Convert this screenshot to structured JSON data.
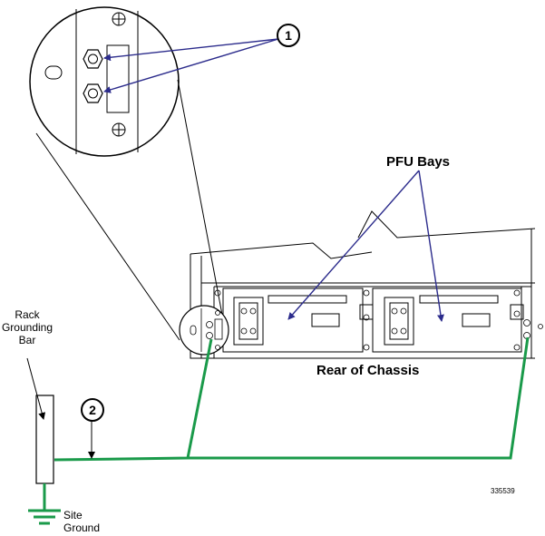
{
  "labels": {
    "pfu_bays": "PFU Bays",
    "rear_of_chassis": "Rear of Chassis",
    "rack_grounding_bar": [
      "Rack",
      "Grounding",
      "Bar"
    ],
    "site_ground": [
      "Site",
      "Ground"
    ],
    "figure_id": "335539"
  },
  "callouts": [
    "1",
    "2"
  ],
  "colors": {
    "ground_cable": "#1a9a4a",
    "arrow_blue": "#2c2c8c",
    "line": "#000000"
  }
}
